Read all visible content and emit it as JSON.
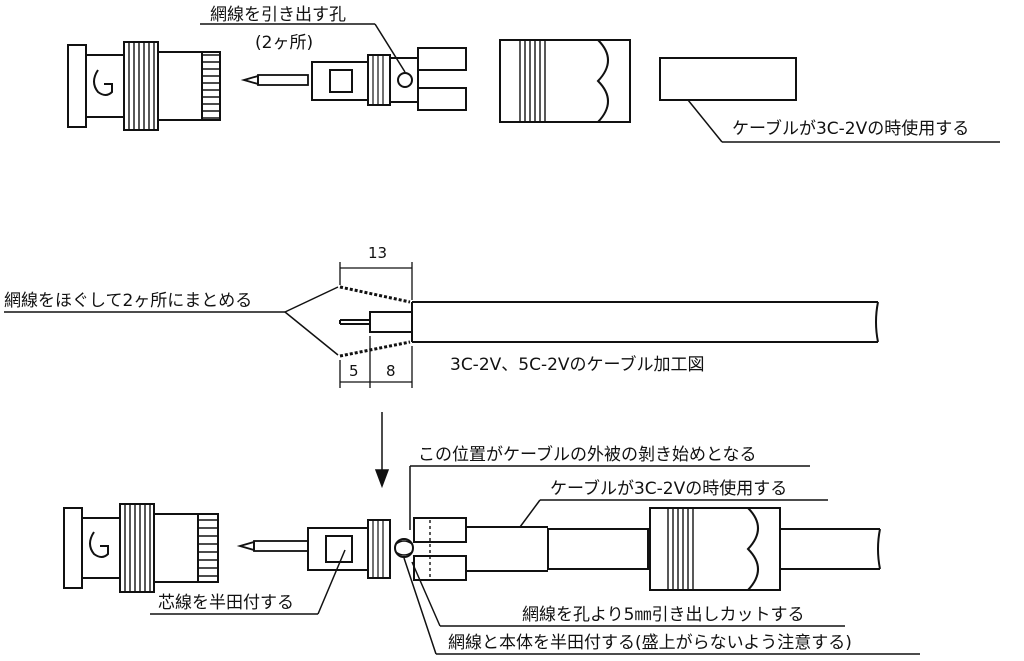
{
  "diagram": {
    "top_section": {
      "label_braid_holes": "網線を引き出す孔",
      "label_braid_holes_count": "(2ヶ所)",
      "label_sleeve_note": "ケーブルが3C-2Vの時使用する"
    },
    "middle_section": {
      "label_braid_untwist": "網線をほぐして2ヶ所にまとめる",
      "dim_total": "13",
      "dim_core": "5",
      "dim_insulation": "8",
      "title": "3C-2V、5C-2Vのケーブル加工図"
    },
    "bottom_section": {
      "label_jacket_start": "この位置がケーブルの外被の剝き始めとなる",
      "label_sleeve_note": "ケーブルが3C-2Vの時使用する",
      "label_solder_core": "芯線を半田付する",
      "label_cut_braid": "網線を孔より5㎜引き出しカットする",
      "label_solder_body": "網線と本体を半田付する(盛上がらないよう注意する)"
    }
  }
}
